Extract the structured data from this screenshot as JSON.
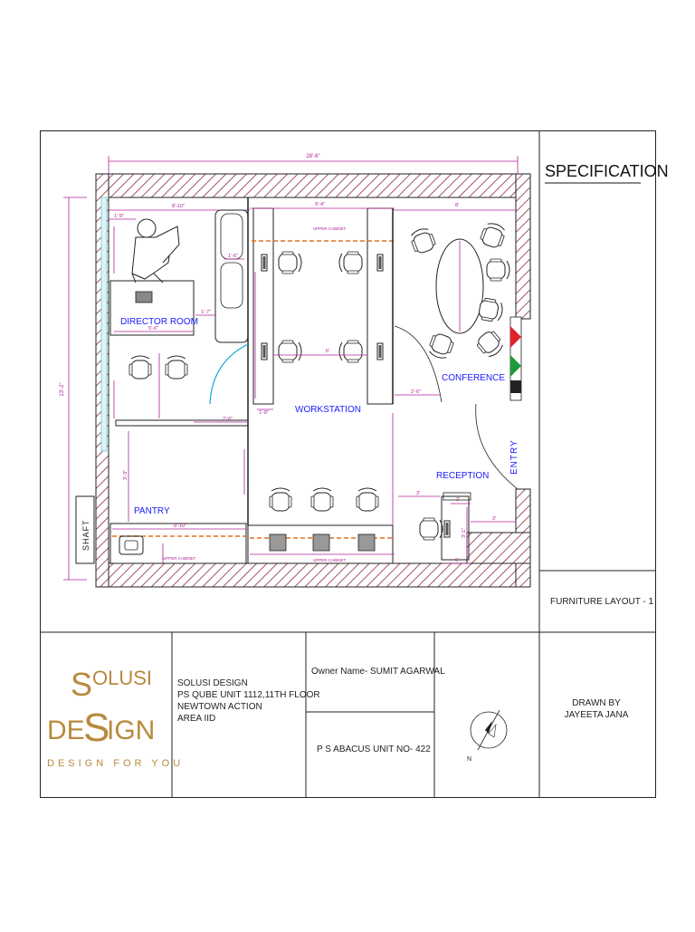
{
  "plan": {
    "overall_width": "28'-6\"",
    "overall_height": "13'-2\"",
    "rooms": {
      "director": "DIRECTOR ROOM",
      "workstation": "WORKSTATION",
      "conference": "CONFERENCE",
      "reception": "RECEPTION",
      "pantry": "PANTRY",
      "shaft": "SHAFT",
      "entry": "ENTRY"
    },
    "cabinet_labels": {
      "top": "UPPER CABINET",
      "bottom_mid": "UPPER CABINET",
      "pantry": "UPPER CABINET"
    },
    "dims": {
      "d_8_10_top": "8'-10\"",
      "d_9_4": "9'-4\"",
      "d_8_conf": "8'",
      "d_1_9": "1'-9\"",
      "d_1_6": "1'-6\"",
      "d_1_7": "1'-7\"",
      "d_5_6": "5'-6\"",
      "d_2_6_dir": "2'-6\"",
      "d_1_8": "1'-8\"",
      "d_6": "6'",
      "d_2_6_conf": "2'-6\"",
      "d_3_reception": "3'",
      "d_2_reception": "2'",
      "d_3_side": "3'",
      "d_8_10_pantry": "8'-10\"",
      "d_3_3": "3'-3\"",
      "d_3_1": "3'-1\"",
      "d_6_rec": "6'"
    }
  },
  "specification": {
    "title": "SPECIFICATION",
    "sheet_name": "FURNITURE LAYOUT   - 1"
  },
  "title_block": {
    "logo": "SOLUSI DESIGN",
    "tagline": "DESIGN FOR YOU",
    "company_lines": [
      "SOLUSI DESIGN",
      "PS QUBE UNIT 1112,11TH FLOOR",
      "NEWTOWN ACTION",
      "AREA IID"
    ],
    "owner": "Owner Name- SUMIT AGARWAL",
    "unit": "P S ABACUS UNIT NO- 422",
    "north": "N",
    "drawn_by_label": "DRAWN BY",
    "drawn_by_name": "JAYEETA JANA"
  },
  "colors": {
    "wall_hatch": "#8b2a3a",
    "dimension": "#b0209a",
    "room_label": "#1a1aff",
    "cabinet_line": "#e07020",
    "door_swing": "#19a9d9",
    "logo_gold": "#b88a3e"
  }
}
